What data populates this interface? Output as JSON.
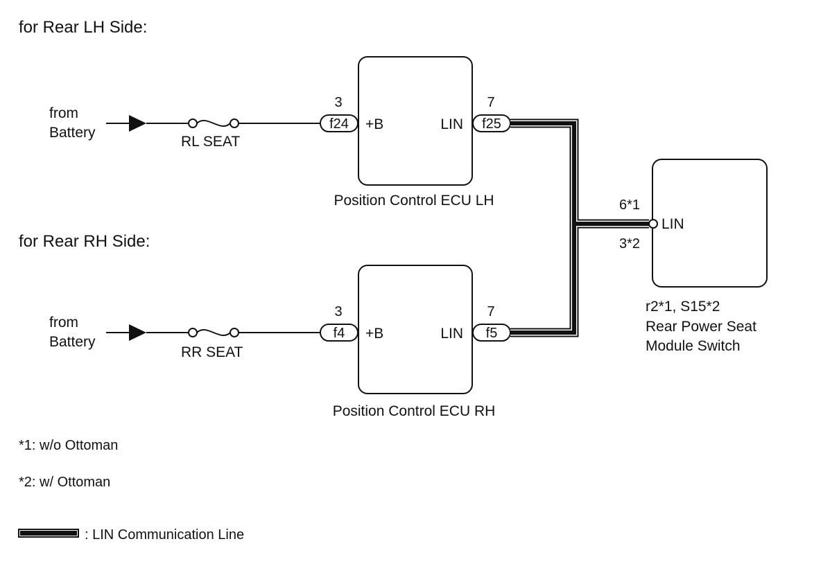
{
  "sections": {
    "lh_title": "for Rear LH Side:",
    "rh_title": "for Rear RH Side:"
  },
  "lh": {
    "source_line1": "from",
    "source_line2": "Battery",
    "fuse_label": "RL SEAT",
    "ecu_name": "Position Control ECU LH",
    "pin_b_number": "3",
    "pin_b_connector": "f24",
    "pin_b_label": "+B",
    "pin_lin_number": "7",
    "pin_lin_connector": "f25",
    "pin_lin_label": "LIN"
  },
  "rh": {
    "source_line1": "from",
    "source_line2": "Battery",
    "fuse_label": "RR SEAT",
    "ecu_name": "Position Control ECU RH",
    "pin_b_number": "3",
    "pin_b_connector": "f4",
    "pin_b_label": "+B",
    "pin_lin_number": "7",
    "pin_lin_connector": "f5",
    "pin_lin_label": "LIN"
  },
  "switch": {
    "pin_label": "LIN",
    "pin_number_1": "6*1",
    "pin_number_2": "3*2",
    "code": "r2*1, S15*2",
    "name_line1": "Rear Power Seat",
    "name_line2": "Module Switch"
  },
  "notes": {
    "note1": "*1: w/o Ottoman",
    "note2": "*2: w/ Ottoman"
  },
  "legend": {
    "lin_line": ": LIN Communication Line"
  },
  "colors": {
    "ink": "#111111",
    "background": "#ffffff"
  }
}
